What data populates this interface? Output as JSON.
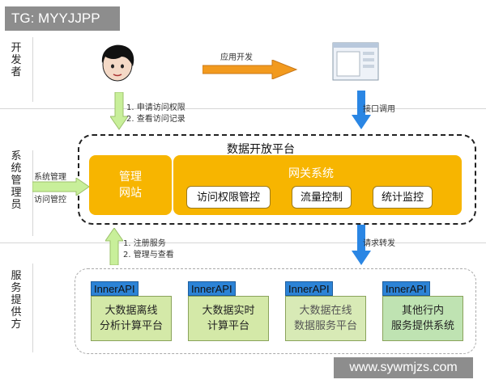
{
  "tag": "TG: MYYJJPP",
  "roles": [
    "开发者",
    "系统管理员",
    "服务提供方"
  ],
  "developer_arrow_label": "应用开发",
  "interface_call_label": "接口调用",
  "request_forward_label": "请求转发",
  "dev_steps": [
    "1. 申请访问权限",
    "2. 查看访问记录"
  ],
  "admin_labels": [
    "系统管理",
    "访问管控"
  ],
  "service_steps": [
    "1. 注册服务",
    "2. 管理与查看"
  ],
  "platform_title": "数据开放平台",
  "mgmt_site": [
    "管理",
    "网站"
  ],
  "gateway_title": "网关系统",
  "gateway_items": [
    "访问权限管控",
    "流量控制",
    "统计监控"
  ],
  "services": [
    {
      "api": "InnerAPI",
      "lines": [
        "大数据离线",
        "分析计算平台"
      ]
    },
    {
      "api": "InnerAPI",
      "lines": [
        "大数据实时",
        "计算平台"
      ]
    },
    {
      "api": "InnerAPI",
      "lines": [
        "大数据在线",
        "数据服务平台"
      ]
    },
    {
      "api": "InnerAPI",
      "lines": [
        "其他行内",
        "服务提供系统"
      ]
    }
  ],
  "colors": {
    "orange": "#f7b500",
    "green": "#d4e9a8",
    "green_arrow": "#c8ef9a",
    "blue": "#2a86e4",
    "api_blue": "#2c83d6"
  },
  "watermark": "www.sywmjzs.com"
}
